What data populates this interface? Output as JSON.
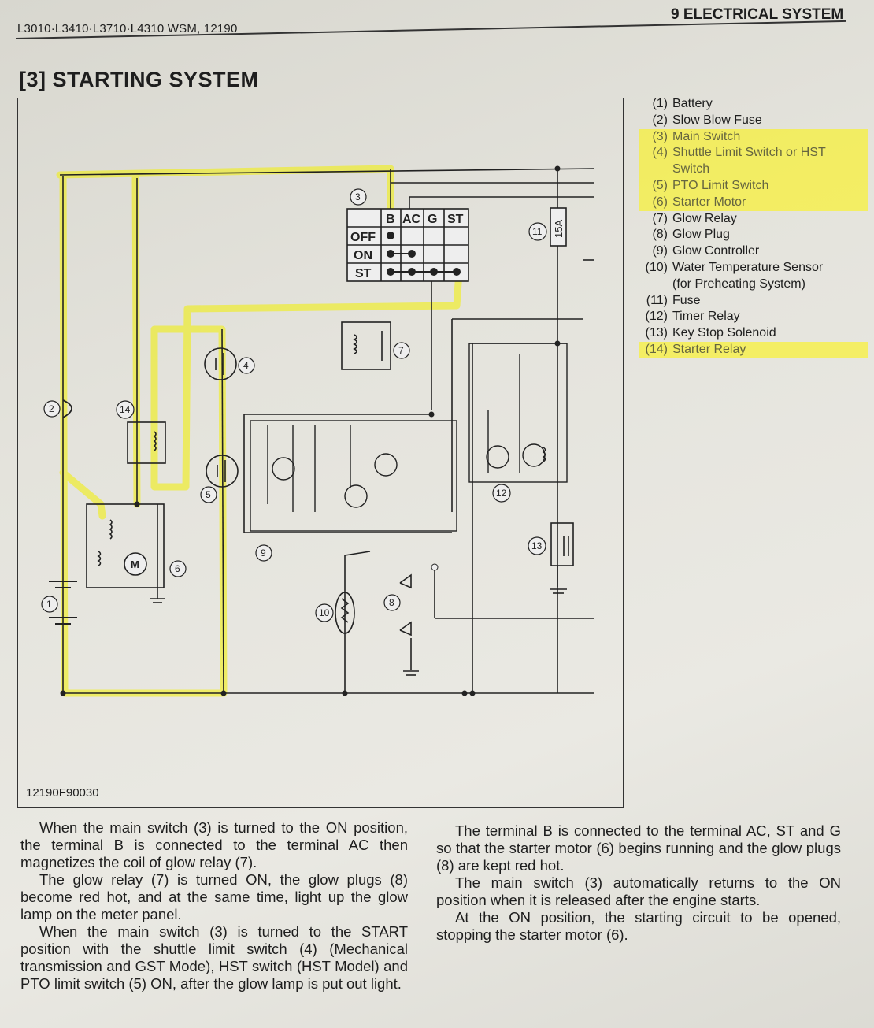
{
  "header": {
    "models": "L3010·L3410·L3710·L4310  WSM, 12190",
    "section": "9 ELECTRICAL SYSTEM"
  },
  "title": "[3] STARTING SYSTEM",
  "figure_code": "12190F90030",
  "diagram": {
    "switch_columns": [
      "B",
      "AC",
      "G",
      "ST"
    ],
    "switch_rows": [
      "OFF",
      "ON",
      "ST"
    ],
    "fuse_rating": "15A",
    "motor_label": "M",
    "callouts": [
      "1",
      "2",
      "3",
      "4",
      "5",
      "6",
      "7",
      "8",
      "9",
      "10",
      "11",
      "12",
      "13",
      "14"
    ],
    "highlight_color": "#f2f000"
  },
  "legend": [
    {
      "num": "(1)",
      "label": "Battery",
      "highlighted": false
    },
    {
      "num": "(2)",
      "label": "Slow Blow Fuse",
      "highlighted": false
    },
    {
      "num": "(3)",
      "label": "Main Switch",
      "highlighted": true
    },
    {
      "num": "(4)",
      "label": "Shuttle Limit Switch or HST",
      "highlighted": true
    },
    {
      "num": "",
      "label": "Switch",
      "highlighted": true
    },
    {
      "num": "(5)",
      "label": "PTO Limit Switch",
      "highlighted": true
    },
    {
      "num": "(6)",
      "label": "Starter Motor",
      "highlighted": true
    },
    {
      "num": "(7)",
      "label": "Glow Relay",
      "highlighted": false
    },
    {
      "num": "(8)",
      "label": "Glow Plug",
      "highlighted": false
    },
    {
      "num": "(9)",
      "label": "Glow Controller",
      "highlighted": false
    },
    {
      "num": "(10)",
      "label": "Water Temperature Sensor",
      "highlighted": false
    },
    {
      "num": "",
      "label": "(for Preheating System)",
      "highlighted": false
    },
    {
      "num": "(11)",
      "label": "Fuse",
      "highlighted": false
    },
    {
      "num": "(12)",
      "label": "Timer Relay",
      "highlighted": false
    },
    {
      "num": "(13)",
      "label": "Key Stop Solenoid",
      "highlighted": false
    },
    {
      "num": "(14)",
      "label": "Starter Relay",
      "highlighted": true
    }
  ],
  "body": {
    "left": [
      "When the main switch (3) is turned to the ON position, the terminal B is connected to the terminal AC then magnetizes the coil of glow relay (7).",
      "The glow relay (7) is turned ON, the glow plugs (8) become red hot, and at the same time, light up the glow lamp on the meter panel.",
      "When the main switch (3) is turned to the START position with the shuttle limit switch (4) (Mechanical transmission and GST Mode), HST switch (HST Model) and PTO limit switch (5) ON, after the glow lamp is put out light."
    ],
    "right": [
      "The terminal B is connected to the terminal AC, ST and G so that the starter motor (6) begins running and the glow plugs (8) are kept red hot.",
      "The main switch (3) automatically returns to the ON position when it is released after the engine starts.",
      "At the ON position, the starting circuit to be opened, stopping the starter motor (6)."
    ]
  }
}
